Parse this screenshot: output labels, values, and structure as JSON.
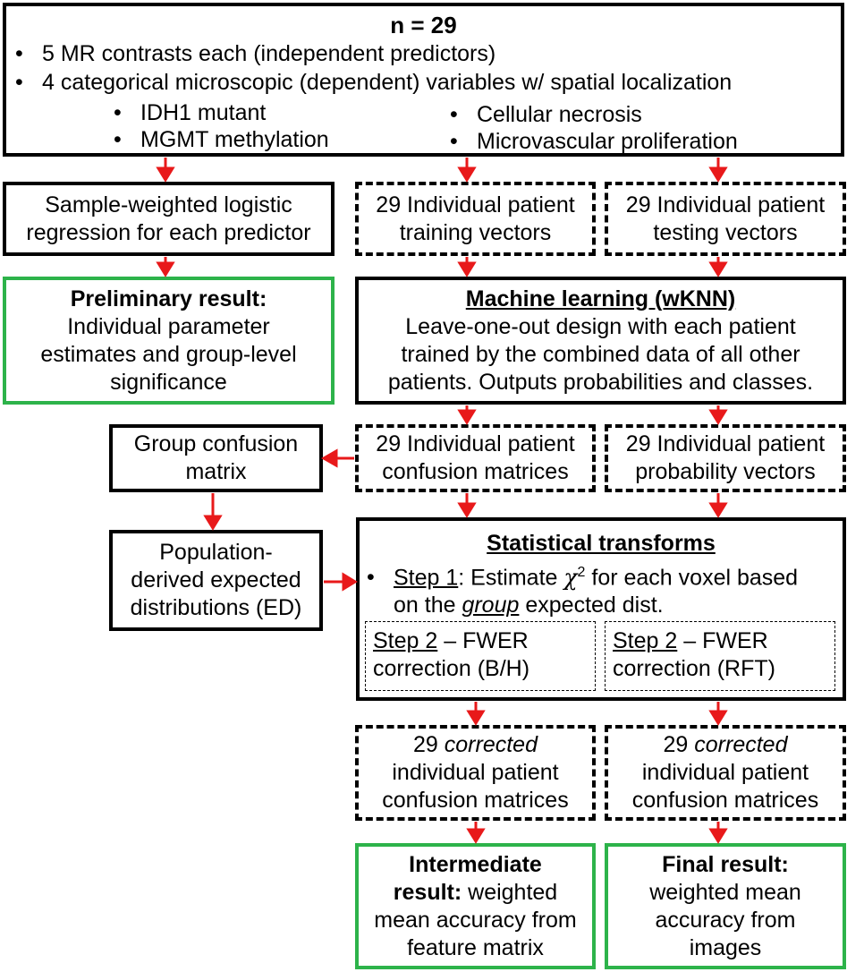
{
  "top": {
    "title": "n = 29",
    "bullets": [
      "5 MR contrasts each (independent predictors)",
      "4 categorical microscopic (dependent) variables w/ spatial localization"
    ],
    "sub_bullets_left": [
      "IDH1 mutant",
      "MGMT methylation"
    ],
    "sub_bullets_right": [
      "Cellular necrosis",
      "Microvascular proliferation"
    ],
    "bullet_glyph": "•"
  },
  "logistic": {
    "line1": "Sample-weighted logistic",
    "line2": "regression for each predictor"
  },
  "training": {
    "line1": "29 Individual patient",
    "line2": "training vectors"
  },
  "testing": {
    "line1": "29 Individual patient",
    "line2": "testing vectors"
  },
  "preliminary": {
    "title": "Preliminary result:",
    "line1": "Individual parameter",
    "line2": "estimates and group-level",
    "line3": "significance"
  },
  "ml": {
    "title": "Machine learning (wKNN)",
    "line1": "Leave-one-out design with each patient",
    "line2": "trained by the combined data of all other",
    "line3": "patients. Outputs probabilities and classes."
  },
  "group_confusion": {
    "line1": "Group confusion",
    "line2": "matrix"
  },
  "confusion_matrices": {
    "line1": "29 Individual patient",
    "line2": "confusion matrices"
  },
  "probability_vectors": {
    "line1": "29 Individual patient",
    "line2": "probability vectors"
  },
  "population": {
    "line1": "Population-",
    "line2": "derived expected",
    "line3": "distributions (ED)"
  },
  "stat": {
    "title": "Statistical transforms",
    "step1_label": "Step 1",
    "step1_text_a": ": Estimate ",
    "chi": "χ",
    "chi_sup": "2",
    "step1_text_b": " for each voxel based",
    "step1_line2_a": "on the ",
    "step1_line2_group": "group",
    "step1_line2_b": " expected dist.",
    "step2_left_label": "Step 2",
    "step2_left_a": " – FWER",
    "step2_left_b": "correction (B/H)",
    "step2_right_label": "Step 2",
    "step2_right_a": " – FWER",
    "step2_right_b": "correction (RFT)"
  },
  "corrected_left": {
    "num": "29 ",
    "corrected": "corrected",
    "line2": "individual patient",
    "line3": "confusion matrices"
  },
  "corrected_right": {
    "num": "29 ",
    "corrected": "corrected",
    "line2": "individual patient",
    "line3": "confusion matrices"
  },
  "intermediate": {
    "title": "Intermediate",
    "title2": "result:",
    "line2_rest": " weighted",
    "line3": "mean accuracy from",
    "line4": "feature matrix"
  },
  "final": {
    "title": "Final result:",
    "line2": "weighted mean",
    "line3": "accuracy from",
    "line4": "images"
  },
  "colors": {
    "arrow": "#e8191a",
    "green_border": "#2db34a",
    "border": "#000000"
  }
}
